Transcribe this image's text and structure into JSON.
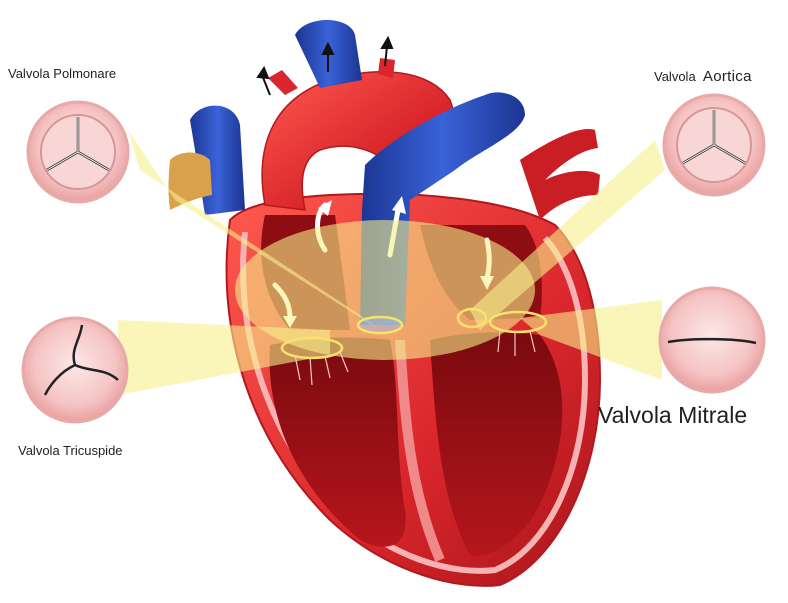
{
  "labels": {
    "pulmonary": "Valvola Polmonare",
    "aortic_prefix": "Valvola",
    "aortic_word": "Aortica",
    "tricuspid": "Valvola Tricuspide",
    "mitral": "Valvola Mitrale"
  },
  "colors": {
    "background": "#ffffff",
    "heart_red": "#d9262c",
    "heart_dark": "#8e0d12",
    "vessel_blue": "#2446b4",
    "highlight_yellow": "#f6ef8a",
    "valve_pink": "#f3b8b8"
  }
}
